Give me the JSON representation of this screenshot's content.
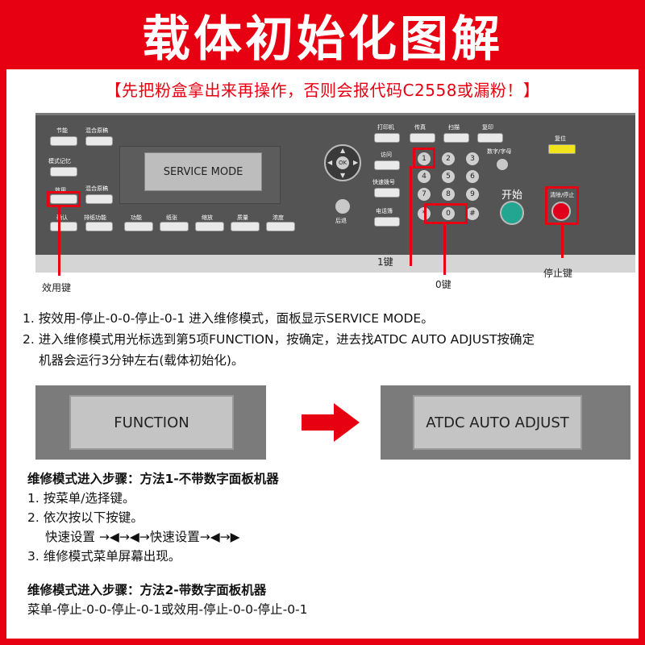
{
  "banner": {
    "title": "载体初始化图解"
  },
  "warning": "【先把粉盒拿出来再操作，否则会报代码C2558或漏粉！】",
  "panel": {
    "left_keys": [
      "节能",
      "混合原稿",
      "模式记忆",
      "效用",
      "混合原稿",
      "确认",
      "排纸功能"
    ],
    "func_keys": [
      "功能",
      "纸张",
      "缩放",
      "质量",
      "浓度"
    ],
    "lcd_text": "SERVICE MODE",
    "nav_ok": "OK",
    "mode_keys": [
      "打印机",
      "传真",
      "扫描",
      "复印"
    ],
    "side_keys": [
      "访问",
      "快速拨号",
      "电话簿"
    ],
    "back_label": "后退",
    "digits": [
      "1",
      "2",
      "3",
      "4",
      "5",
      "6",
      "7",
      "8",
      "9",
      "*",
      "0",
      "#"
    ],
    "digit_letters_label": "数字/字母",
    "reset_label": "复位",
    "start_label": "开始",
    "stop_label": "清除/停止"
  },
  "callouts": {
    "utility_key": "效用键",
    "key_1": "1键",
    "key_0": "0键",
    "stop_key": "停止键"
  },
  "steps": {
    "step1": "1. 按效用-停止-0-0-停止-0-1 进入维修模式，面板显示SERVICE MODE。",
    "step2_line1": "2. 进入维修模式用光标选到第5项FUNCTION，按确定，进去找ATDC AUTO ADJUST按确定",
    "step2_line2": "机器会运行3分钟左右(载体初始化)。"
  },
  "screens": {
    "left": "FUNCTION",
    "right": "ATDC AUTO ADJUST"
  },
  "method1": {
    "heading": "维修模式进入步骤：方法1-不带数字面板机器",
    "line1": "1. 按菜单/选择键。",
    "line2": "2. 依次按以下按键。",
    "line3": "快速设置 →◀→◀→快速设置→◀→▶",
    "line4": "3. 维修模式菜单屏幕出现。"
  },
  "method2": {
    "heading": "维修模式进入步骤：方法2-带数字面板机器",
    "line1": "菜单-停止-0-0-停止-0-1或效用-停止-0-0-停止-0-1"
  },
  "colors": {
    "brand_red": "#e60012",
    "start_green": "#22a692",
    "reset_yellow": "#f1e31d"
  }
}
